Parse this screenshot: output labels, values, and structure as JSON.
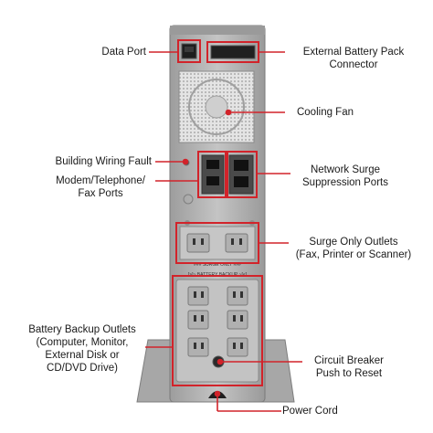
{
  "colors": {
    "accent": "#d2232a",
    "unit_body": "#b5b5b5",
    "unit_shadow": "#8f8f8f",
    "panel_dark": "#2a2a2a",
    "outlet": "#c9c9c9"
  },
  "callouts": {
    "data_port": [
      "Data Port"
    ],
    "external_battery": [
      "External Battery Pack",
      "Connector"
    ],
    "cooling_fan": [
      "Cooling Fan"
    ],
    "building_wiring": [
      "Building Wiring Fault"
    ],
    "modem_ports": [
      "Modem/Telephone/",
      "Fax Ports"
    ],
    "network_surge": [
      "Network Surge",
      "Suppression Ports"
    ],
    "surge_only": [
      "Surge Only Outlets",
      "(Fax, Printer or Scanner)"
    ],
    "battery_backup": [
      "Battery Backup Outlets",
      "(Computer, Monitor,",
      "External Disk or",
      "CD/DVD Drive)"
    ],
    "circuit_breaker": [
      "Circuit Breaker",
      "Push to Reset"
    ],
    "power_cord": [
      "Power Cord"
    ]
  },
  "unit_labels": {
    "surge_only_band": "### SURGE ONLY ###",
    "battery_backup_band": "[>]~ BATTERY BACKUP ~[<]"
  },
  "icons": [
    "fan-grille-icon",
    "outlet-icon",
    "rj11-port-icon",
    "rj45-port-icon",
    "circuit-breaker-icon",
    "power-inlet-icon"
  ]
}
